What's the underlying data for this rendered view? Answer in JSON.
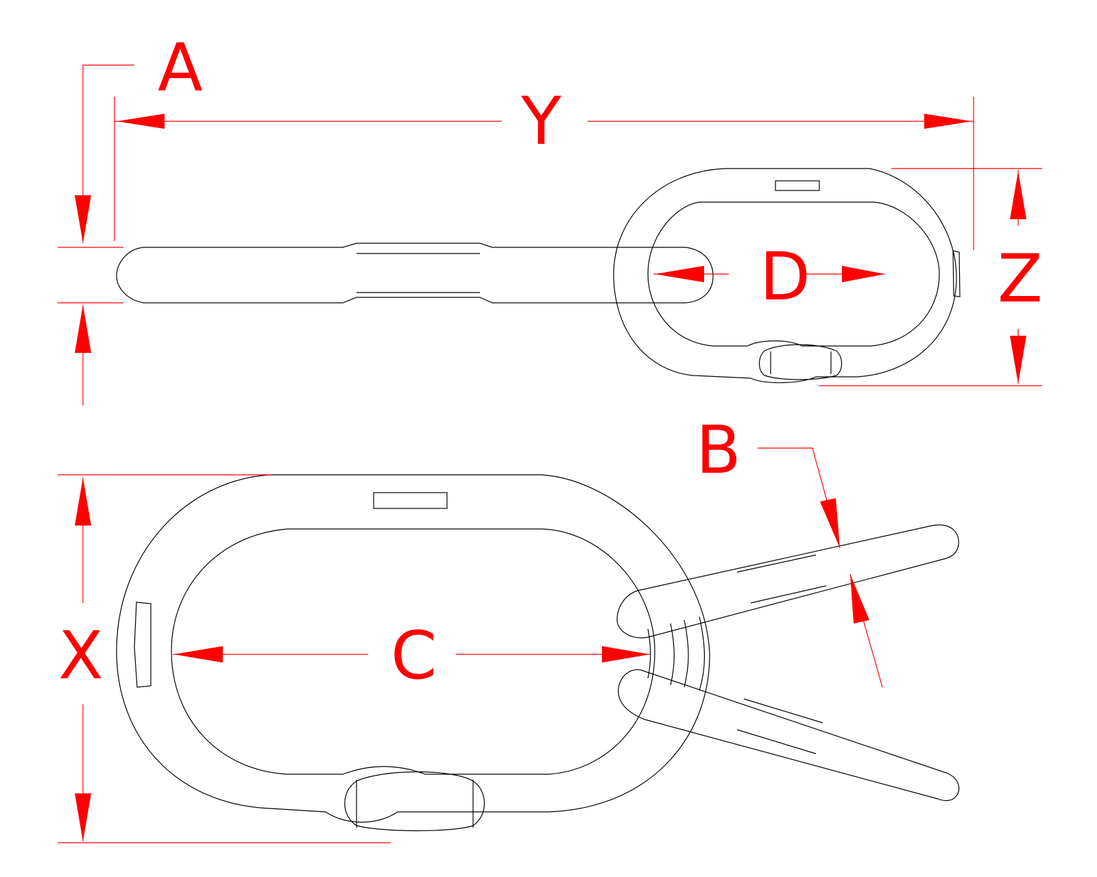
{
  "diagram": {
    "type": "technical-drawing",
    "subject": "master link assembly with sub-links",
    "colors": {
      "part_outline": "#000000",
      "dimension": "#ff0000",
      "background": "#ffffff"
    },
    "views": [
      {
        "name": "side-view",
        "description": "side view of master link with sub-link passing through"
      },
      {
        "name": "front-view",
        "description": "front view of master link with two sub-links"
      }
    ],
    "dimension_labels": {
      "A": "A",
      "Y": "Y",
      "Z": "Z",
      "D": "D",
      "B": "B",
      "X": "X",
      "C": "C"
    }
  }
}
